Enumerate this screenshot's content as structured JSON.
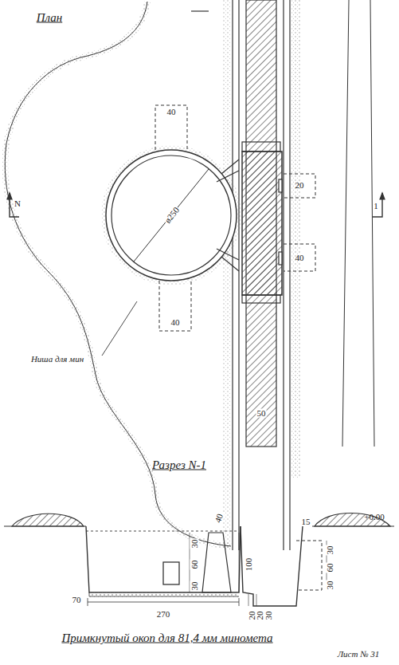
{
  "diagram": {
    "caption": "Примкнутый окоп для 81,4 мм миномета",
    "labels": [
      "План",
      "40",
      "20",
      "40",
      "40",
      "ø250",
      "Ниша для мин",
      "N",
      "1",
      "50",
      "Разрез N-1",
      "40",
      "30",
      "60",
      "30",
      "100",
      "70",
      "270",
      "20",
      "20",
      "30",
      "30",
      "60",
      "30",
      "15",
      "+0.00",
      "Лист № 31"
    ]
  }
}
